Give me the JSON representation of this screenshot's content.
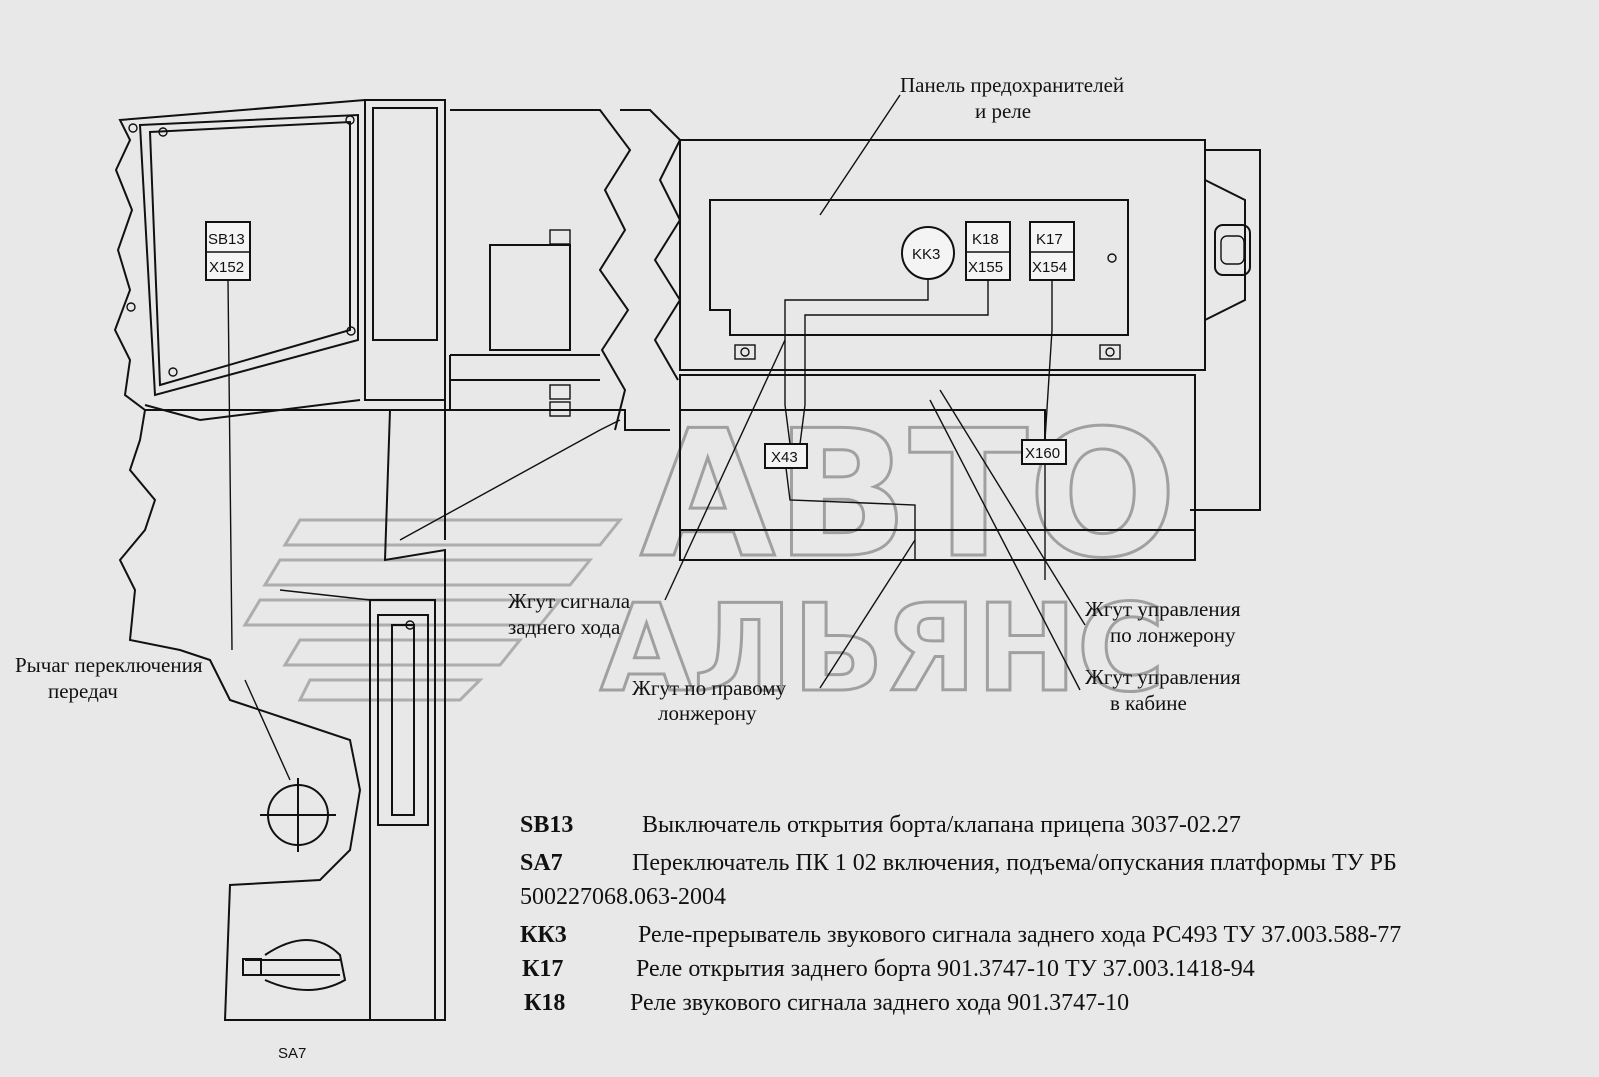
{
  "labels": {
    "fuse_panel_1": "Панель предохранителей",
    "fuse_panel_2": "и реле",
    "reverse_harness_1": "Жгут сигнала",
    "reverse_harness_2": "заднего хода",
    "right_member_1": "Жгут по правому",
    "right_member_2": "лонжерону",
    "ctrl_member_1": "Жгут управления",
    "ctrl_member_2": "по лонжерону",
    "ctrl_cab_1": "Жгут управления",
    "ctrl_cab_2": "в кабине",
    "lever_1": "Рычаг переключения",
    "lever_2": "передач"
  },
  "tags": {
    "sb13": "SB13",
    "x152": "X152",
    "kk3": "KK3",
    "k18": "K18",
    "x155": "X155",
    "k17": "K17",
    "x154": "X154",
    "x43": "X43",
    "x160": "X160",
    "sa7": "SA7"
  },
  "watermark": {
    "line1": "АВТО",
    "line2": "АЛЬЯНС"
  },
  "legend": [
    {
      "code": "SB13",
      "text": "Выключатель открытия борта/клапана прицепа 3037-02.27"
    },
    {
      "code": "SA7",
      "text": "Переключатель ПК 1 02 включения, подъема/опускания  платформы ТУ РБ"
    },
    {
      "code": "",
      "text": "500227068.063-2004"
    },
    {
      "code": "КК3",
      "text": "Реле-прерыватель звукового сигнала заднего хода РС493 ТУ 37.003.588-77"
    },
    {
      "code": "К17",
      "text": "Реле открытия заднего борта 901.3747-10 ТУ 37.003.1418-94"
    },
    {
      "code": "К18",
      "text": "Реле звукового сигнала заднего хода 901.3747-10"
    }
  ]
}
